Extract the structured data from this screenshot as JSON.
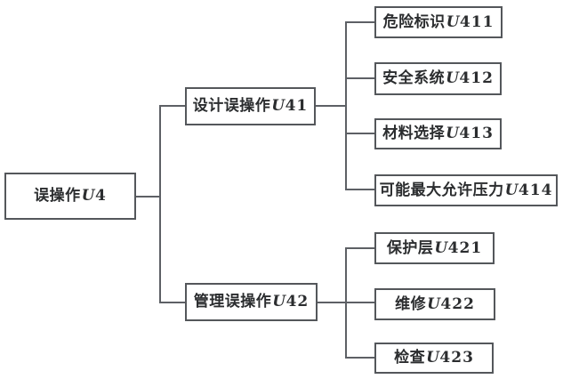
{
  "diagram": {
    "type": "tree",
    "direction": "left-to-right",
    "colors": {
      "line": "#5d6065",
      "box_border": "#54575b",
      "box_background": "#ffffff",
      "text": "#2b2d2f",
      "page_background": "#ffffff"
    },
    "nodes": {
      "root": {
        "cn": "误操作",
        "u": "U",
        "num": "4"
      },
      "design": {
        "cn": "设计误操作",
        "u": "U",
        "num": "41"
      },
      "manage": {
        "cn": "管理误操作",
        "u": "U",
        "num": "42"
      },
      "u411": {
        "cn": "危险标识",
        "u": "U",
        "num": "411"
      },
      "u412": {
        "cn": "安全系统",
        "u": "U",
        "num": "412"
      },
      "u413": {
        "cn": "材料选择",
        "u": "U",
        "num": "413"
      },
      "u414": {
        "cn": "可能最大允许压力",
        "u": "U",
        "num": "414"
      },
      "u421": {
        "cn": "保护层",
        "u": "U",
        "num": "421"
      },
      "u422": {
        "cn": "维修",
        "u": "U",
        "num": "422"
      },
      "u423": {
        "cn": "检查",
        "u": "U",
        "num": "423"
      }
    },
    "hierarchy": {
      "root": "误操作U4",
      "children": [
        {
          "label": "设计误操作U41",
          "children": [
            "危险标识U411",
            "安全系统U412",
            "材料选择U413",
            "可能最大允许压力U414"
          ]
        },
        {
          "label": "管理误操作U42",
          "children": [
            "保护层U421",
            "维修U422",
            "检查U423"
          ]
        }
      ]
    }
  }
}
